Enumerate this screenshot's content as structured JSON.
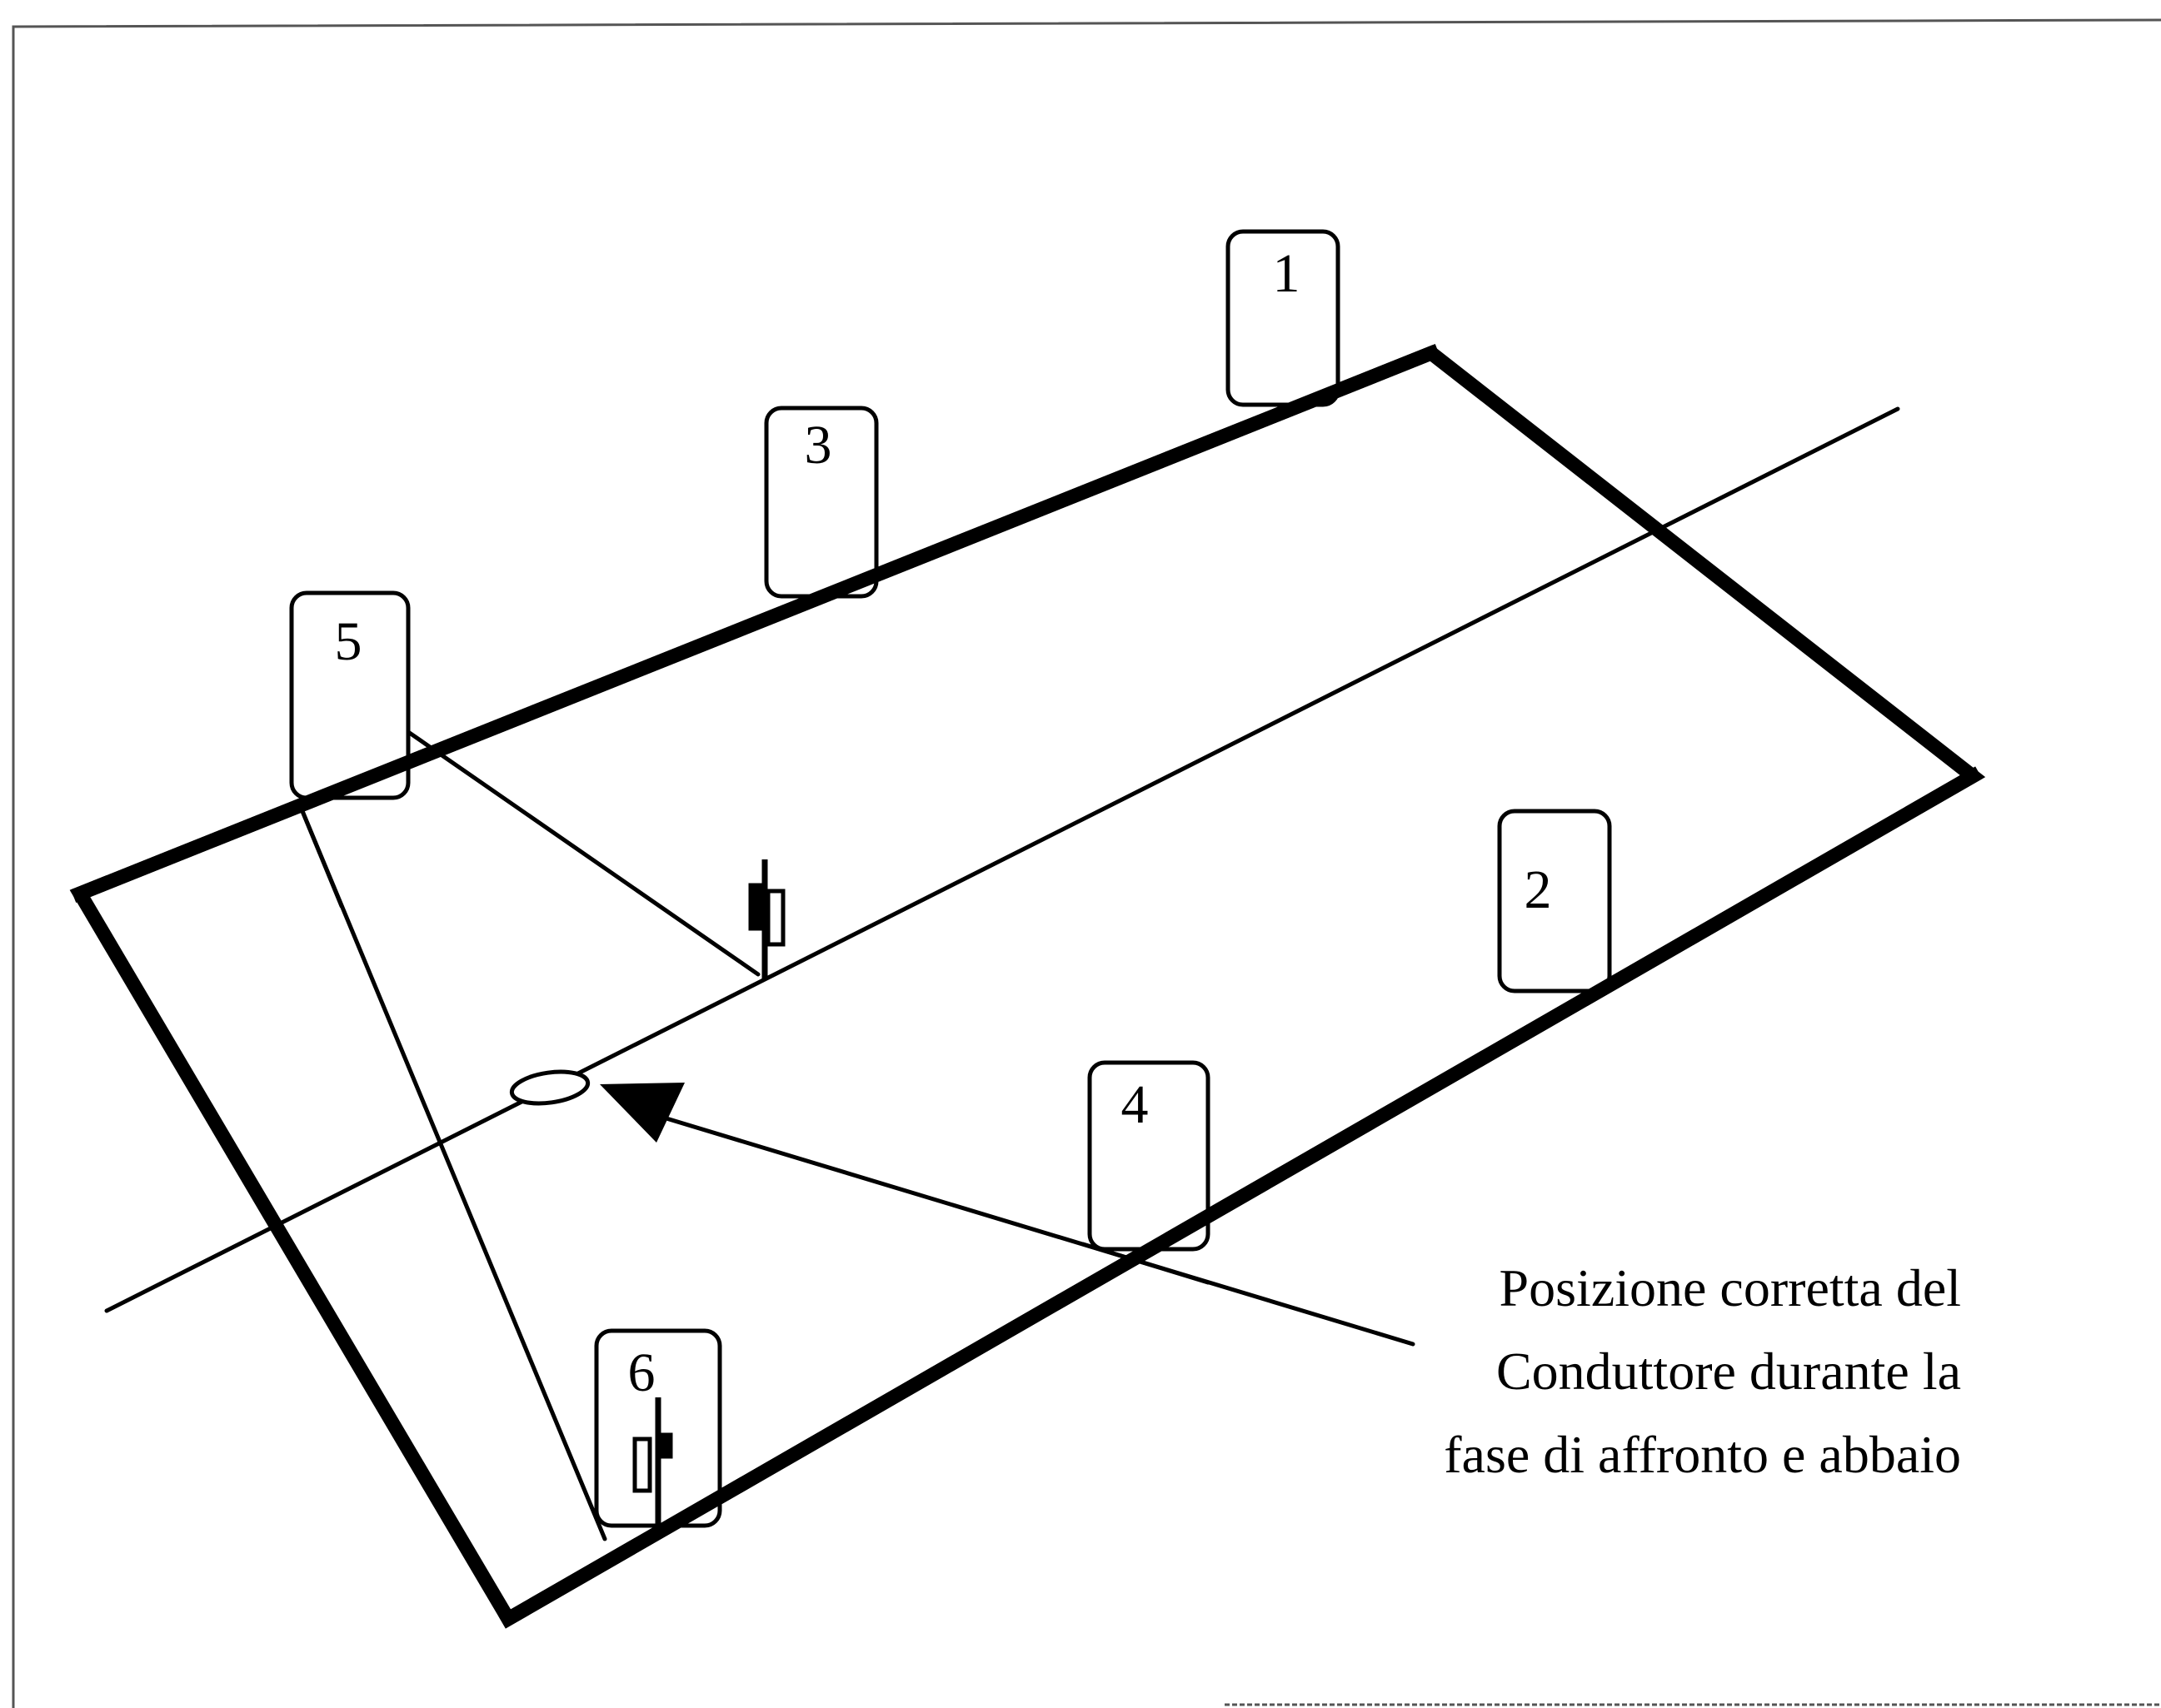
{
  "markers": [
    {
      "id": "1",
      "label": "1"
    },
    {
      "id": "2",
      "label": "2"
    },
    {
      "id": "3",
      "label": "3"
    },
    {
      "id": "4",
      "label": "4"
    },
    {
      "id": "5",
      "label": "5"
    },
    {
      "id": "6",
      "label": "6"
    }
  ],
  "caption": {
    "line1": "Posizione corretta del",
    "line2": "Conduttore durante la",
    "line3": "fase di affronto e abbaio"
  }
}
